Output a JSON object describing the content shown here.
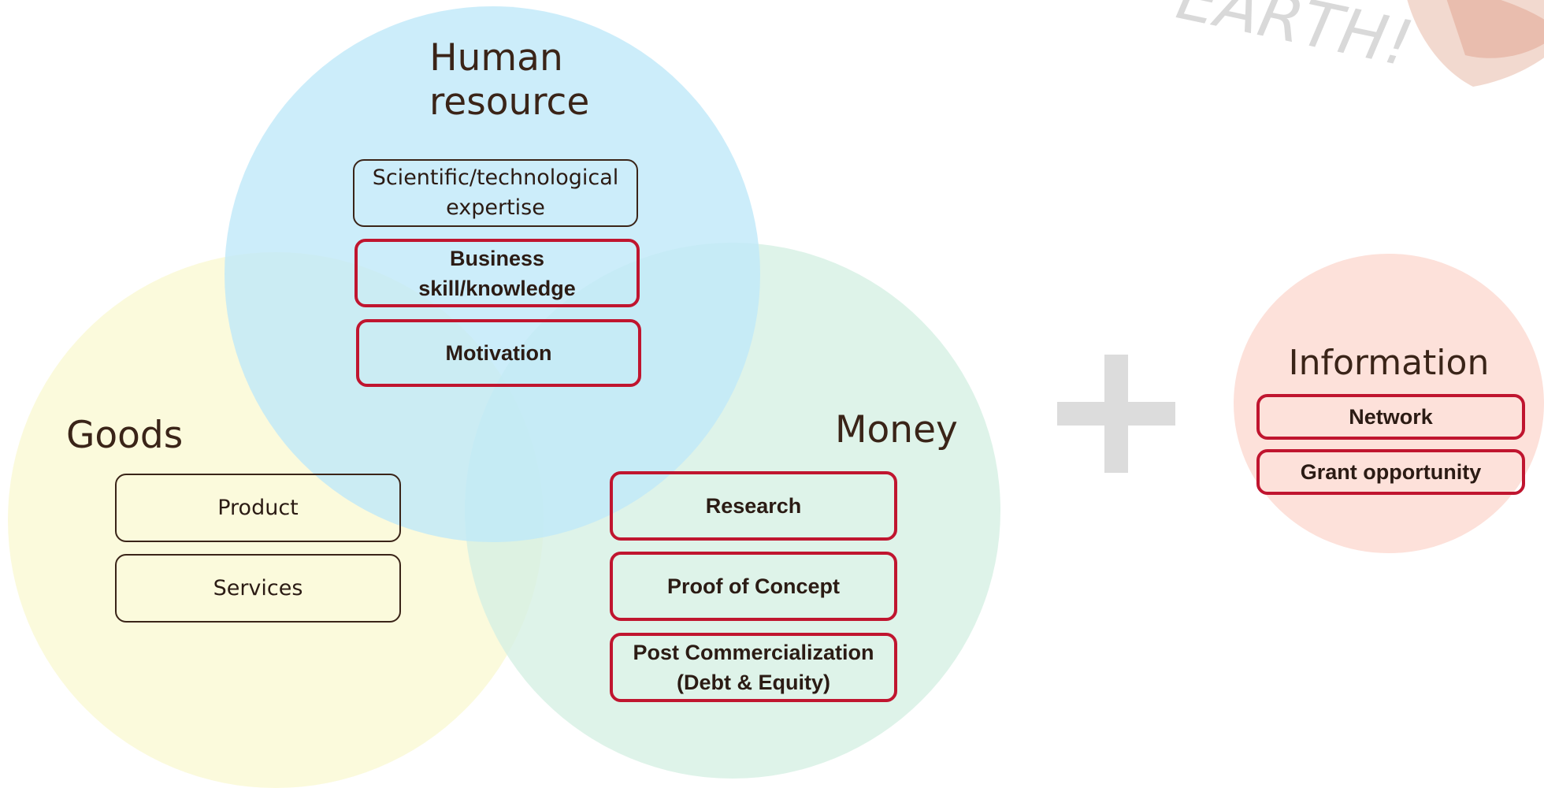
{
  "goods": {
    "title": "Goods",
    "items": [
      "Product",
      "Services"
    ]
  },
  "human": {
    "title_line1": "Human",
    "title_line2": "resource",
    "items": [
      {
        "line1": "Scientific/technological",
        "line2": "expertise"
      },
      {
        "line1": "Business",
        "line2": "skill/knowledge"
      },
      {
        "line1": "Motivation",
        "line2": ""
      }
    ]
  },
  "money": {
    "title": "Money",
    "items": [
      {
        "line1": "Research",
        "line2": ""
      },
      {
        "line1": "Proof of Concept",
        "line2": ""
      },
      {
        "line1": "Post Commercialization",
        "line2": "(Debt & Equity)"
      }
    ]
  },
  "information": {
    "title": "Information",
    "items": [
      "Network",
      "Grant opportunity"
    ]
  },
  "corner_stamp_text": "EARTH!",
  "colors": {
    "goods_fill": "#fbf9d8",
    "money_fill": "#d6f0e4",
    "human_fill": "#bfe9f9",
    "info_fill": "#fde1da",
    "highlight_border": "#c0152f",
    "plain_border": "#3a2418",
    "plus_sign": "#dcdcdc"
  }
}
